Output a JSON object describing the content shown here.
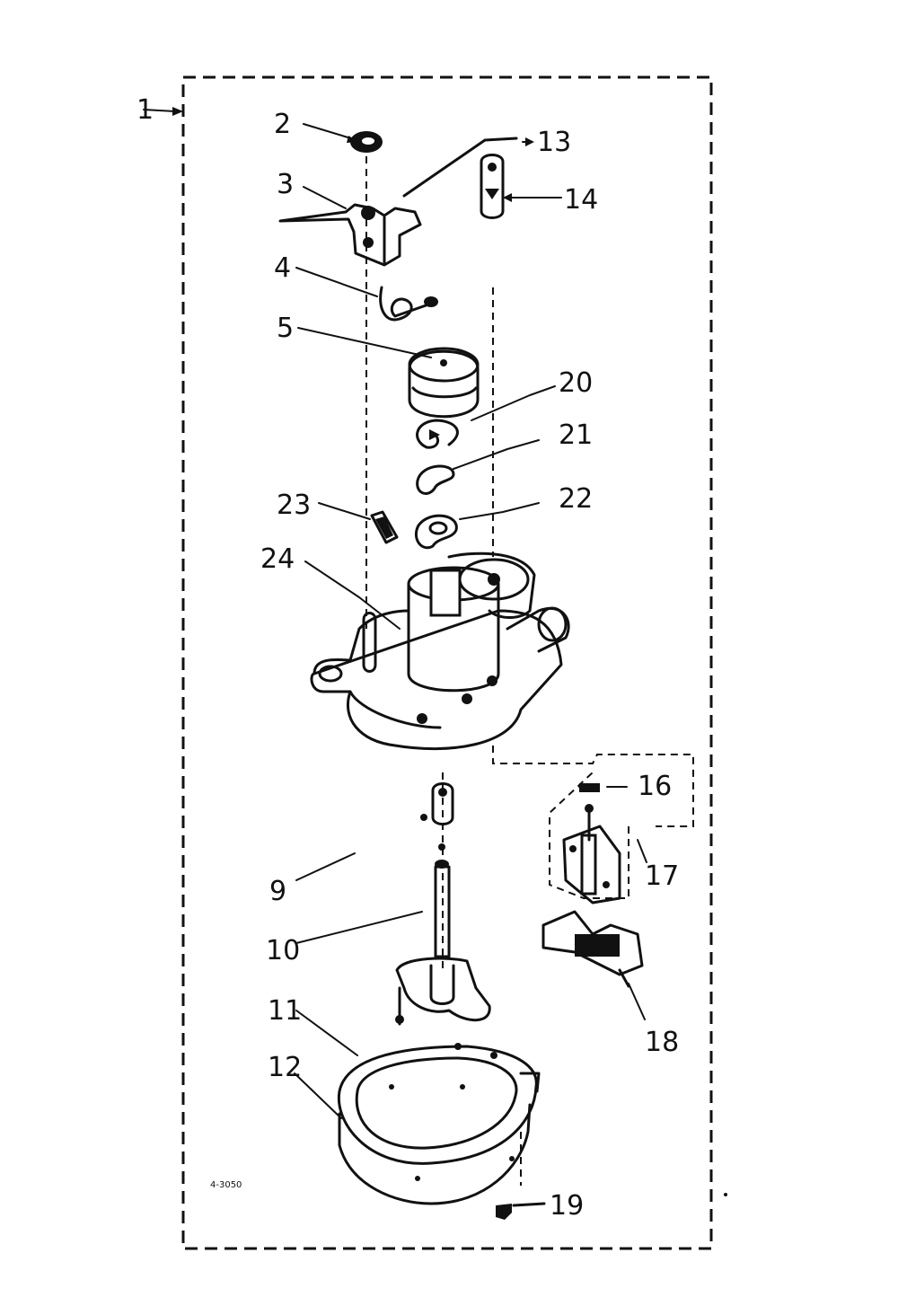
{
  "diagram": {
    "drawing_code": "4-3050",
    "callouts": [
      "1",
      "2",
      "3",
      "4",
      "5",
      "9",
      "10",
      "11",
      "12",
      "13",
      "14",
      "16",
      "17",
      "18",
      "19",
      "20",
      "21",
      "22",
      "23",
      "24"
    ]
  }
}
